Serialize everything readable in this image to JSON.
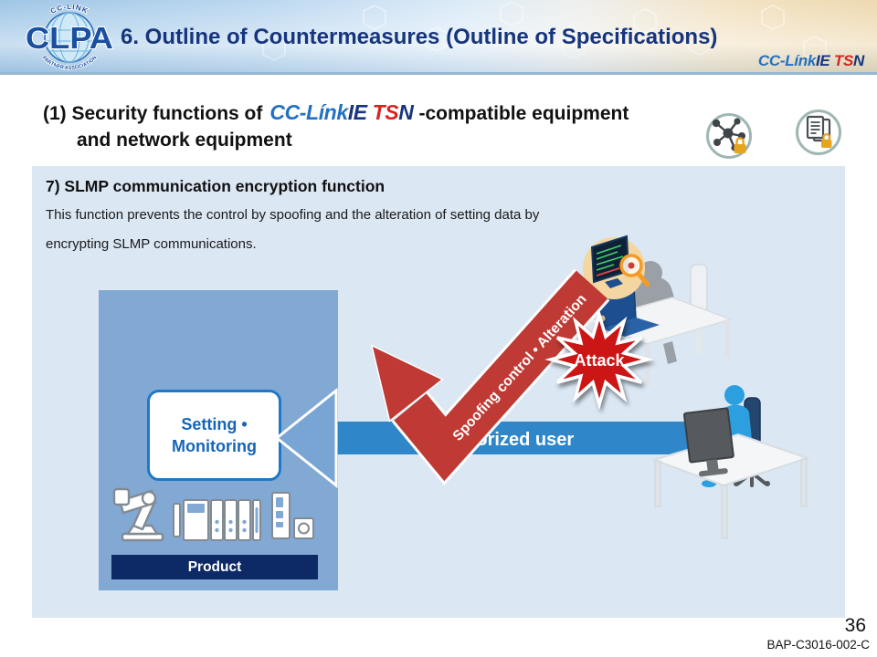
{
  "slide": {
    "header": {
      "title": "6. Outline of Countermeasures (Outline of Specifications)",
      "clpa_logo": {
        "letters": "CLPA",
        "arc_top": "CC-LINK",
        "arc_bottom": "PARTNER ASSOCIATION"
      },
      "brand_logo": {
        "cclink": "CC-Línk",
        "ie": "IE",
        "ts": "TS",
        "n": "N"
      }
    },
    "heading": {
      "line1_prefix": "(1) Security functions of",
      "line1_suffix": "-compatible equipment",
      "line2": "and network equipment"
    },
    "body": {
      "subtitle": "7) SLMP communication encryption function",
      "line1": "This function prevents the control by spoofing and the alteration of setting data by",
      "line2": "encrypting SLMP communications."
    },
    "diagram": {
      "product_label": "Product",
      "setting_line1": "Setting •",
      "setting_line2": "Monitoring",
      "red_arrow_label": "Spoofing control • Alteration",
      "attack_label": "Attack",
      "blue_arrow_label": "Authorized user"
    },
    "footer": {
      "page_number": "36",
      "document_code": "BAP-C3016-002-C"
    },
    "icons": {
      "header_right": [
        "network-lock-icon",
        "documents-lock-icon"
      ],
      "diagram": [
        "robot-arm-icon",
        "plc-icon",
        "servo-drive-icon",
        "hacker-at-desk-icon",
        "code-monitor-icon",
        "magnifier-icon",
        "attack-burst-icon",
        "authorized-user-at-desk-icon"
      ]
    },
    "colors": {
      "brand_blue": "#2471c1",
      "brand_navy": "#17357d",
      "brand_red": "#d6251f",
      "panel_bg": "#dbe7f3",
      "product_box": "#82a8d4",
      "product_bar": "#0d2a66",
      "blue_arrow": "#2f87c9",
      "red_arrow": "#bf3a34",
      "attack_red": "#cc1414"
    }
  }
}
